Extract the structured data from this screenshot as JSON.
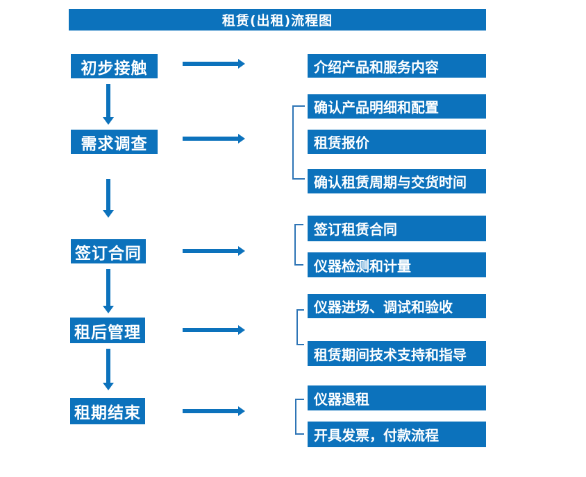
{
  "title": "租赁(出租)流程图",
  "colors": {
    "box_blue": "#0c72bc",
    "arrow_blue": "#0c72bc",
    "bracket_blue": "#2e75b6",
    "text": "#ffffff",
    "background": "#ffffff"
  },
  "flow": {
    "steps": [
      {
        "label": "初步接触",
        "outputs": [
          "介绍产品和服务内容"
        ]
      },
      {
        "label": "需求调查",
        "outputs": [
          "确认产品明细和配置",
          "租赁报价",
          "确认租赁周期与交货时间"
        ]
      },
      {
        "label": "签订合同",
        "outputs": [
          "签订租赁合同",
          "仪器检测和计量"
        ]
      },
      {
        "label": "租后管理",
        "outputs": [
          "仪器进场、调试和验收",
          "租赁期间技术支持和指导"
        ]
      },
      {
        "label": "租期结束",
        "outputs": [
          "仪器退租",
          "开具发票，付款流程"
        ]
      }
    ]
  }
}
